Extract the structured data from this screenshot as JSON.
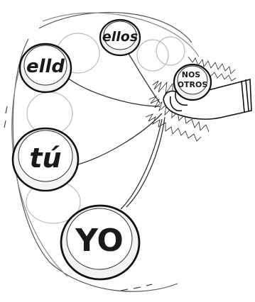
{
  "illustration": {
    "discs": [
      {
        "id": "elld",
        "label": "elld"
      },
      {
        "id": "ellos",
        "label": "ellos"
      },
      {
        "id": "tu",
        "label": "tú"
      },
      {
        "id": "yo",
        "label": "YO"
      },
      {
        "id": "nosotros",
        "label_line1": "NOS",
        "label_line2": "OTROS"
      }
    ]
  }
}
